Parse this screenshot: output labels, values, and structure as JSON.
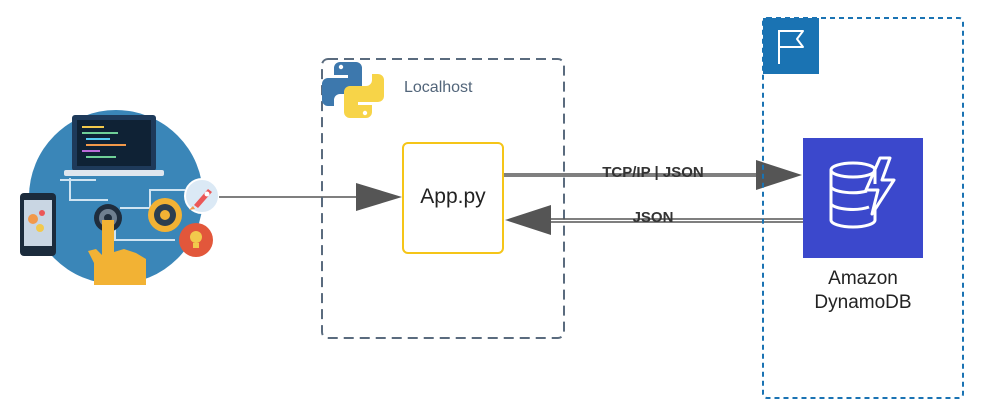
{
  "localhost": {
    "label": "Localhost",
    "border_color": "#5a6b7e",
    "label_color": "#52657a",
    "python_icon": "python-logo-icon"
  },
  "app": {
    "label": "App.py",
    "border_color": "#f5c518"
  },
  "aws_region": {
    "border_color": "#1a73b3",
    "flag_icon": "region-flag-icon"
  },
  "dynamodb": {
    "name_line1": "Amazon",
    "name_line2": "DynamoDB",
    "icon": "dynamodb-icon",
    "fill_color": "#3b48cc"
  },
  "user_illustration": {
    "icon": "user-tech-illustration-icon",
    "circle_color": "#3a86b8"
  },
  "arrows": {
    "request_label": "TCP/IP | JSON",
    "response_label": "JSON",
    "arrow_color": "#555555"
  }
}
